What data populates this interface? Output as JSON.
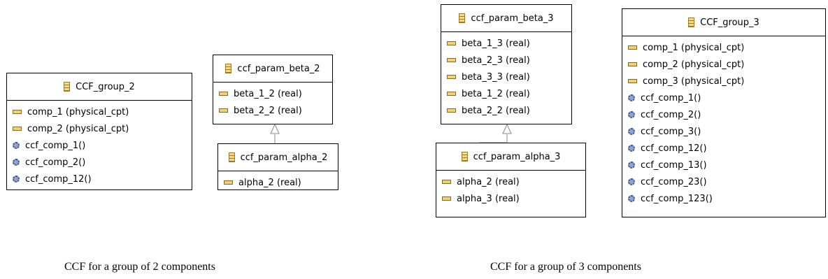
{
  "diagram_2": {
    "group": {
      "title": "CCF_group_2",
      "rows": [
        {
          "kind": "field",
          "text": "comp_1 (physical_cpt)"
        },
        {
          "kind": "field",
          "text": "comp_2 (physical_cpt)"
        },
        {
          "kind": "op",
          "text": "ccf_comp_1()"
        },
        {
          "kind": "op",
          "text": "ccf_comp_2()"
        },
        {
          "kind": "op",
          "text": "ccf_comp_12()"
        }
      ]
    },
    "beta": {
      "title": "ccf_param_beta_2",
      "rows": [
        {
          "kind": "field",
          "text": "beta_1_2 (real)"
        },
        {
          "kind": "field",
          "text": "beta_2_2 (real)"
        }
      ]
    },
    "alpha": {
      "title": "ccf_param_alpha_2",
      "rows": [
        {
          "kind": "field",
          "text": "alpha_2 (real)"
        }
      ]
    },
    "caption": "CCF for a group of 2 components"
  },
  "diagram_3": {
    "beta": {
      "title": "ccf_param_beta_3",
      "rows": [
        {
          "kind": "field",
          "text": "beta_1_3 (real)"
        },
        {
          "kind": "field",
          "text": "beta_2_3 (real)"
        },
        {
          "kind": "field",
          "text": "beta_3_3 (real)"
        },
        {
          "kind": "field",
          "text": "beta_1_2 (real)"
        },
        {
          "kind": "field",
          "text": "beta_2_2 (real)"
        }
      ]
    },
    "alpha": {
      "title": "ccf_param_alpha_3",
      "rows": [
        {
          "kind": "field",
          "text": "alpha_2 (real)"
        },
        {
          "kind": "field",
          "text": "alpha_3 (real)"
        }
      ]
    },
    "group": {
      "title": "CCF_group_3",
      "rows": [
        {
          "kind": "field",
          "text": "comp_1 (physical_cpt)"
        },
        {
          "kind": "field",
          "text": "comp_2 (physical_cpt)"
        },
        {
          "kind": "field",
          "text": "comp_3 (physical_cpt)"
        },
        {
          "kind": "op",
          "text": "ccf_comp_1()"
        },
        {
          "kind": "op",
          "text": "ccf_comp_2()"
        },
        {
          "kind": "op",
          "text": "ccf_comp_3()"
        },
        {
          "kind": "op",
          "text": "ccf_comp_12()"
        },
        {
          "kind": "op",
          "text": "ccf_comp_13()"
        },
        {
          "kind": "op",
          "text": "ccf_comp_23()"
        },
        {
          "kind": "op",
          "text": "ccf_comp_123()"
        }
      ]
    },
    "caption": "CCF for a group of 3 components"
  },
  "icons": {
    "class": "class-icon",
    "field": "field-icon",
    "operation": "operation-icon"
  },
  "colors": {
    "field_icon": "#f0d080",
    "operation_icon": "#8fa3cc",
    "class_icon": "#f3d98a",
    "border": "#000000"
  }
}
